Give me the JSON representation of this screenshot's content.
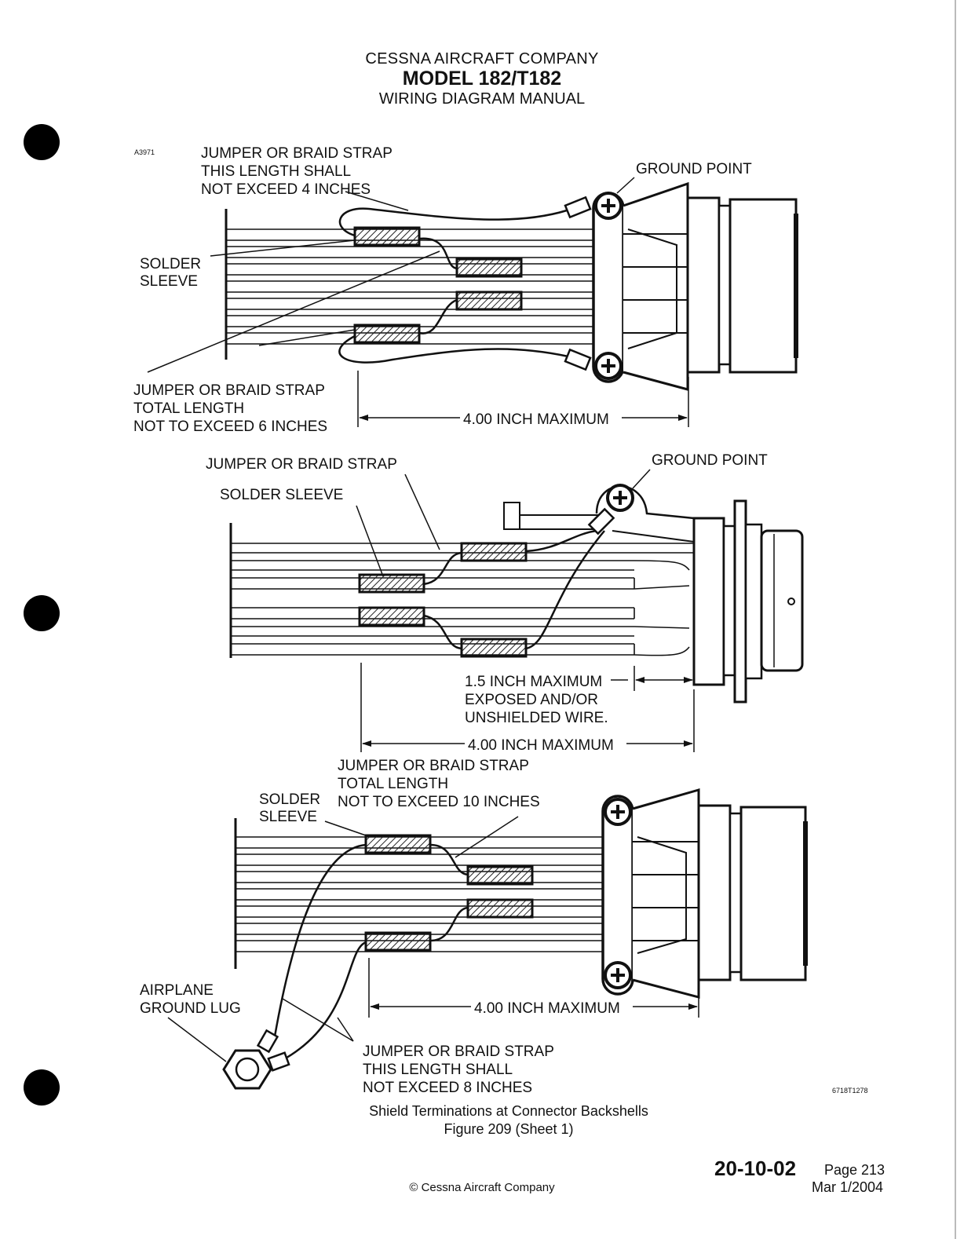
{
  "header": {
    "company": "CESSNA AIRCRAFT COMPANY",
    "model": "MODEL 182/T182",
    "manual": "WIRING DIAGRAM MANUAL"
  },
  "diagram": {
    "ref_code": "A3971",
    "top": {
      "jumper_note": [
        "JUMPER OR BRAID STRAP",
        "THIS LENGTH SHALL",
        "NOT EXCEED 4 INCHES"
      ],
      "ground_point": "GROUND POINT",
      "solder_sleeve": [
        "SOLDER",
        "SLEEVE"
      ],
      "total_note": [
        "JUMPER OR BRAID STRAP",
        "TOTAL LENGTH",
        "NOT TO EXCEED 6 INCHES"
      ],
      "dimension": "4.00 INCH MAXIMUM"
    },
    "middle": {
      "jumper_label": "JUMPER OR BRAID STRAP",
      "solder_sleeve": "SOLDER SLEEVE",
      "ground_point": "GROUND POINT",
      "exposed_note": [
        "1.5 INCH MAXIMUM",
        "EXPOSED AND/OR",
        "UNSHIELDED WIRE."
      ],
      "dimension": "4.00 INCH MAXIMUM"
    },
    "bottom": {
      "total_note": [
        "JUMPER OR BRAID STRAP",
        "TOTAL LENGTH",
        "NOT TO EXCEED 10 INCHES"
      ],
      "solder_sleeve": [
        "SOLDER",
        "SLEEVE"
      ],
      "ground_lug": [
        "AIRPLANE",
        "GROUND LUG"
      ],
      "jumper_note": [
        "JUMPER OR BRAID STRAP",
        "THIS LENGTH SHALL",
        "NOT EXCEED 8 INCHES"
      ],
      "dimension": "4.00 INCH MAXIMUM"
    },
    "drawing_number": "6718T1278",
    "caption": "Shield Terminations at Connector Backshells",
    "figure": "Figure 209 (Sheet 1)"
  },
  "footer": {
    "doc_number": "20-10-02",
    "page": "Page 213",
    "date": "Mar 1/2004",
    "copyright": "© Cessna Aircraft Company"
  }
}
